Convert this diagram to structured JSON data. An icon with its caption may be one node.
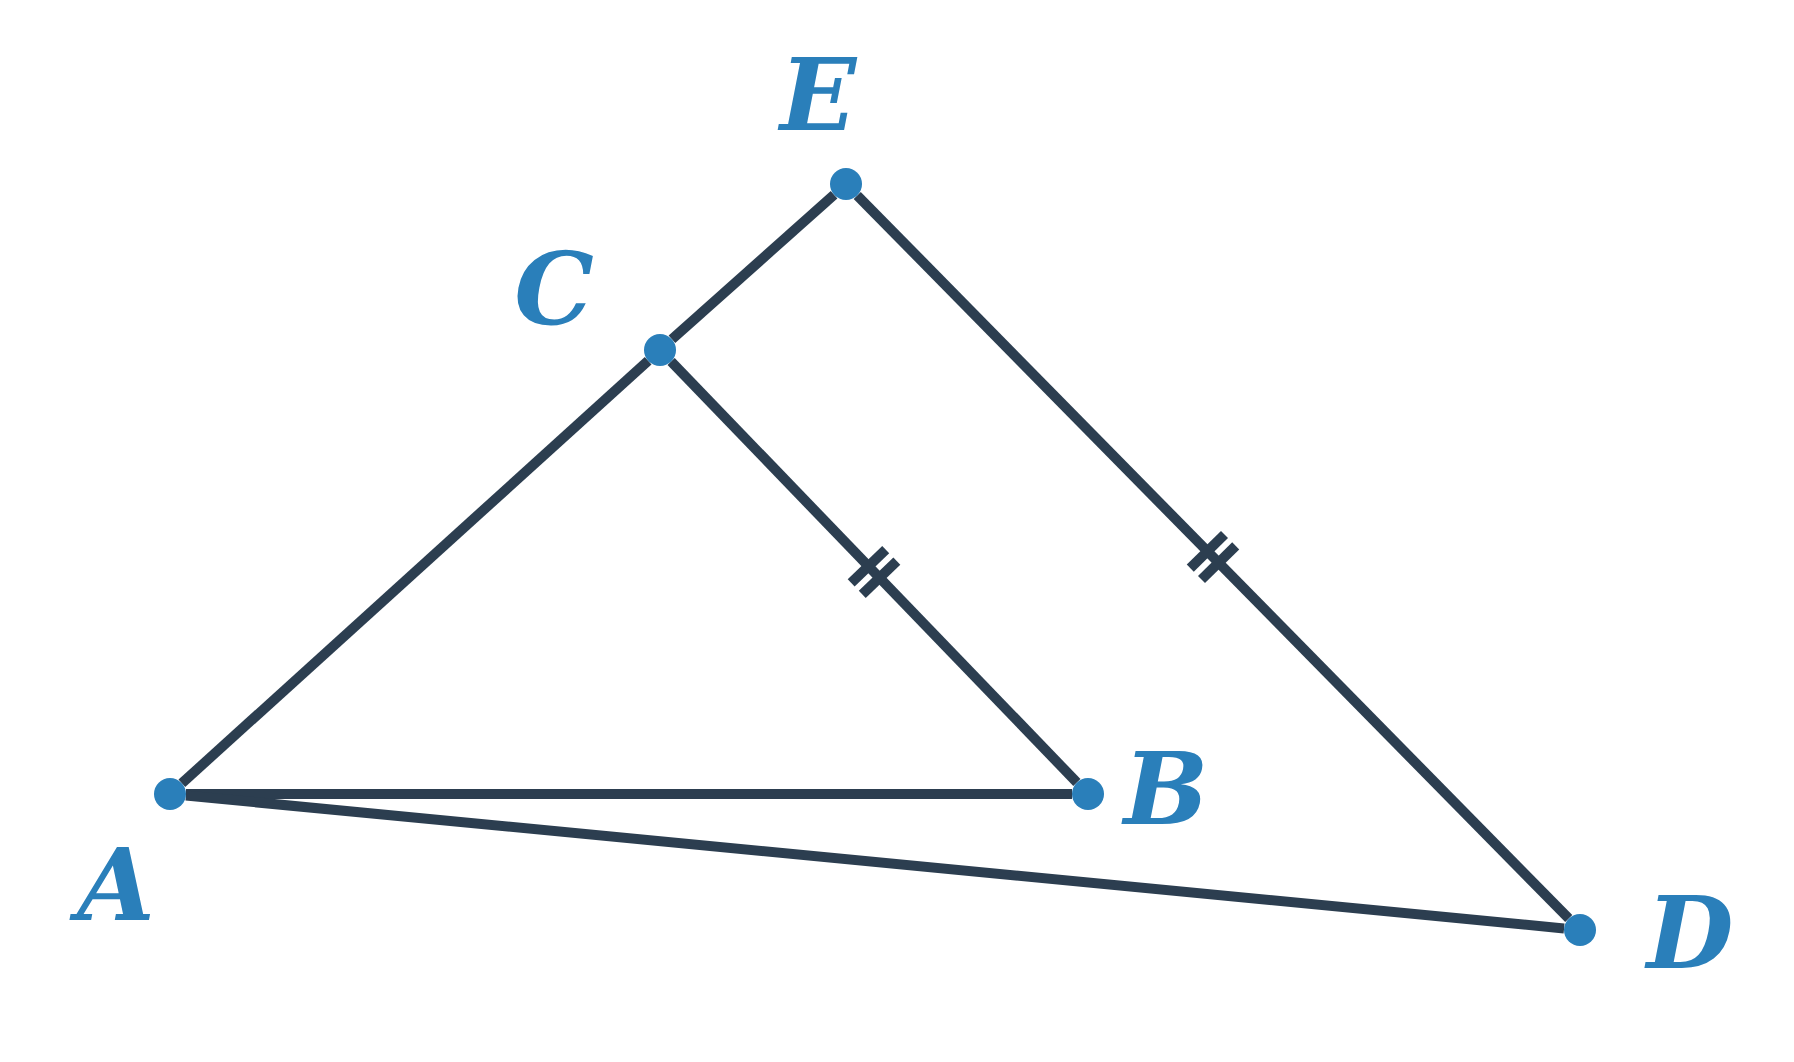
{
  "diagram": {
    "nodes": [
      {
        "text": [],
        "shape": "circle",
        "beside": [
          "A"
        ]
      },
      {
        "text": [],
        "shape": "circle",
        "beside": [
          "B"
        ]
      },
      {
        "text": [],
        "shape": "circle",
        "beside": [
          "C"
        ]
      },
      {
        "text": [],
        "shape": "circle",
        "beside": [
          "D"
        ]
      },
      {
        "text": [],
        "shape": "circle",
        "beside": [
          "E"
        ]
      }
    ],
    "edges": [
      {
        "from": 0,
        "to": 2,
        "arrow": "none"
      },
      {
        "from": 2,
        "to": 4,
        "arrow": "none"
      },
      {
        "from": 4,
        "to": 3,
        "arrow": "none"
      },
      {
        "from": 2,
        "to": 1,
        "arrow": "none"
      },
      {
        "from": 0,
        "to": 1,
        "arrow": "none"
      },
      {
        "from": 0,
        "to": 3,
        "arrow": "none"
      }
    ]
  }
}
